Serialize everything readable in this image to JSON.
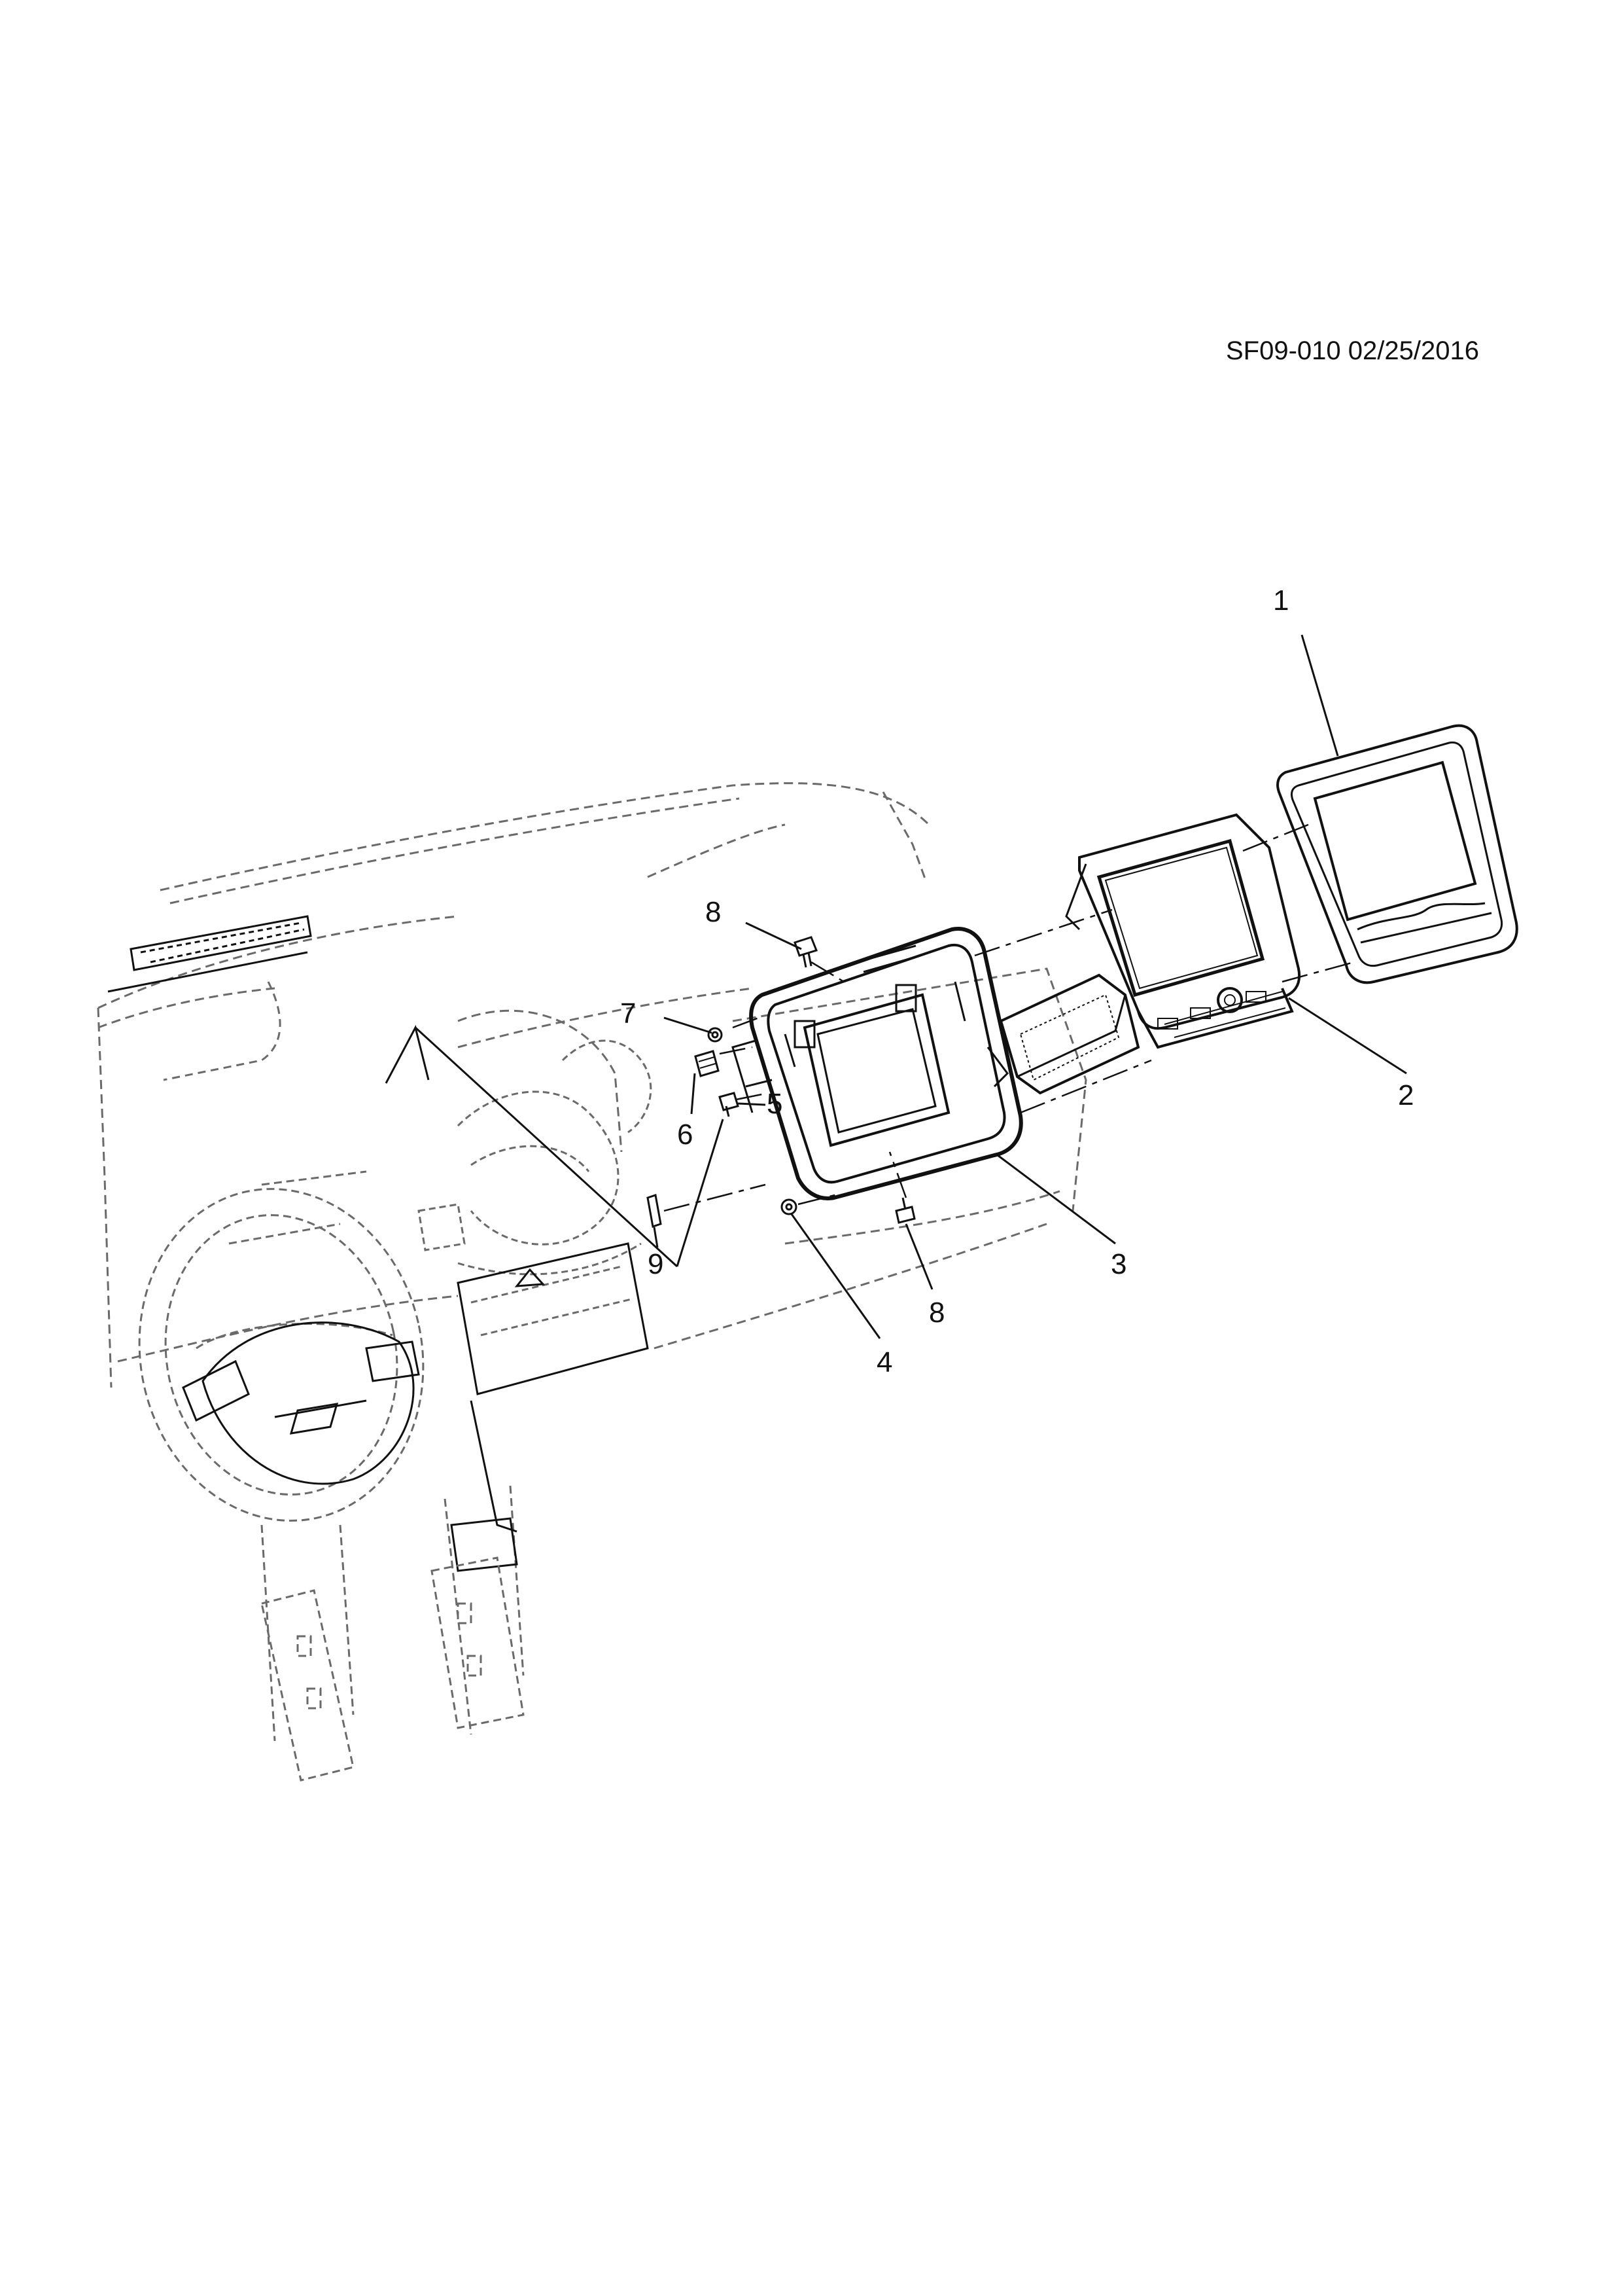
{
  "document": {
    "reference": "SF09-010 02/25/2016"
  },
  "callouts": [
    {
      "id": "c1",
      "label": "1"
    },
    {
      "id": "c2",
      "label": "2"
    },
    {
      "id": "c3",
      "label": "3"
    },
    {
      "id": "c4",
      "label": "4"
    },
    {
      "id": "c5",
      "label": "5"
    },
    {
      "id": "c6",
      "label": "6"
    },
    {
      "id": "c7",
      "label": "7"
    },
    {
      "id": "c8a",
      "label": "8"
    },
    {
      "id": "c8b",
      "label": "8"
    },
    {
      "id": "c9",
      "label": "9"
    }
  ],
  "colors": {
    "line": "#111111",
    "ghost": "#6a6a6a",
    "paper": "#ffffff"
  }
}
